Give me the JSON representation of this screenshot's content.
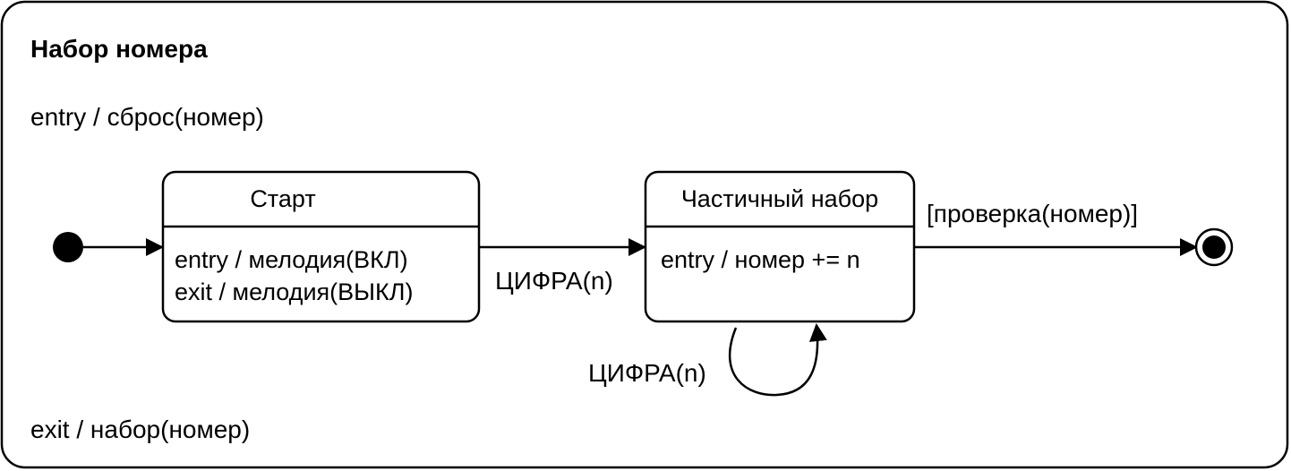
{
  "composite_state": {
    "name": "Набор номера",
    "entry_action": "entry / сброс(номер)",
    "exit_action": "exit / набор(номер)"
  },
  "states": {
    "start": {
      "name": "Старт",
      "entry_action": "entry / мелодия(ВКЛ)",
      "exit_action": "exit / мелодия(ВЫКЛ)"
    },
    "partial": {
      "name": "Частичный набор",
      "entry_action": "entry / номер += n"
    }
  },
  "transitions": {
    "start_to_partial": "ЦИФРА(n)",
    "partial_self": "ЦИФРА(n)",
    "partial_to_final": "[проверка(номер)]"
  },
  "colors": {
    "stroke": "#000000",
    "fill": "#ffffff"
  }
}
